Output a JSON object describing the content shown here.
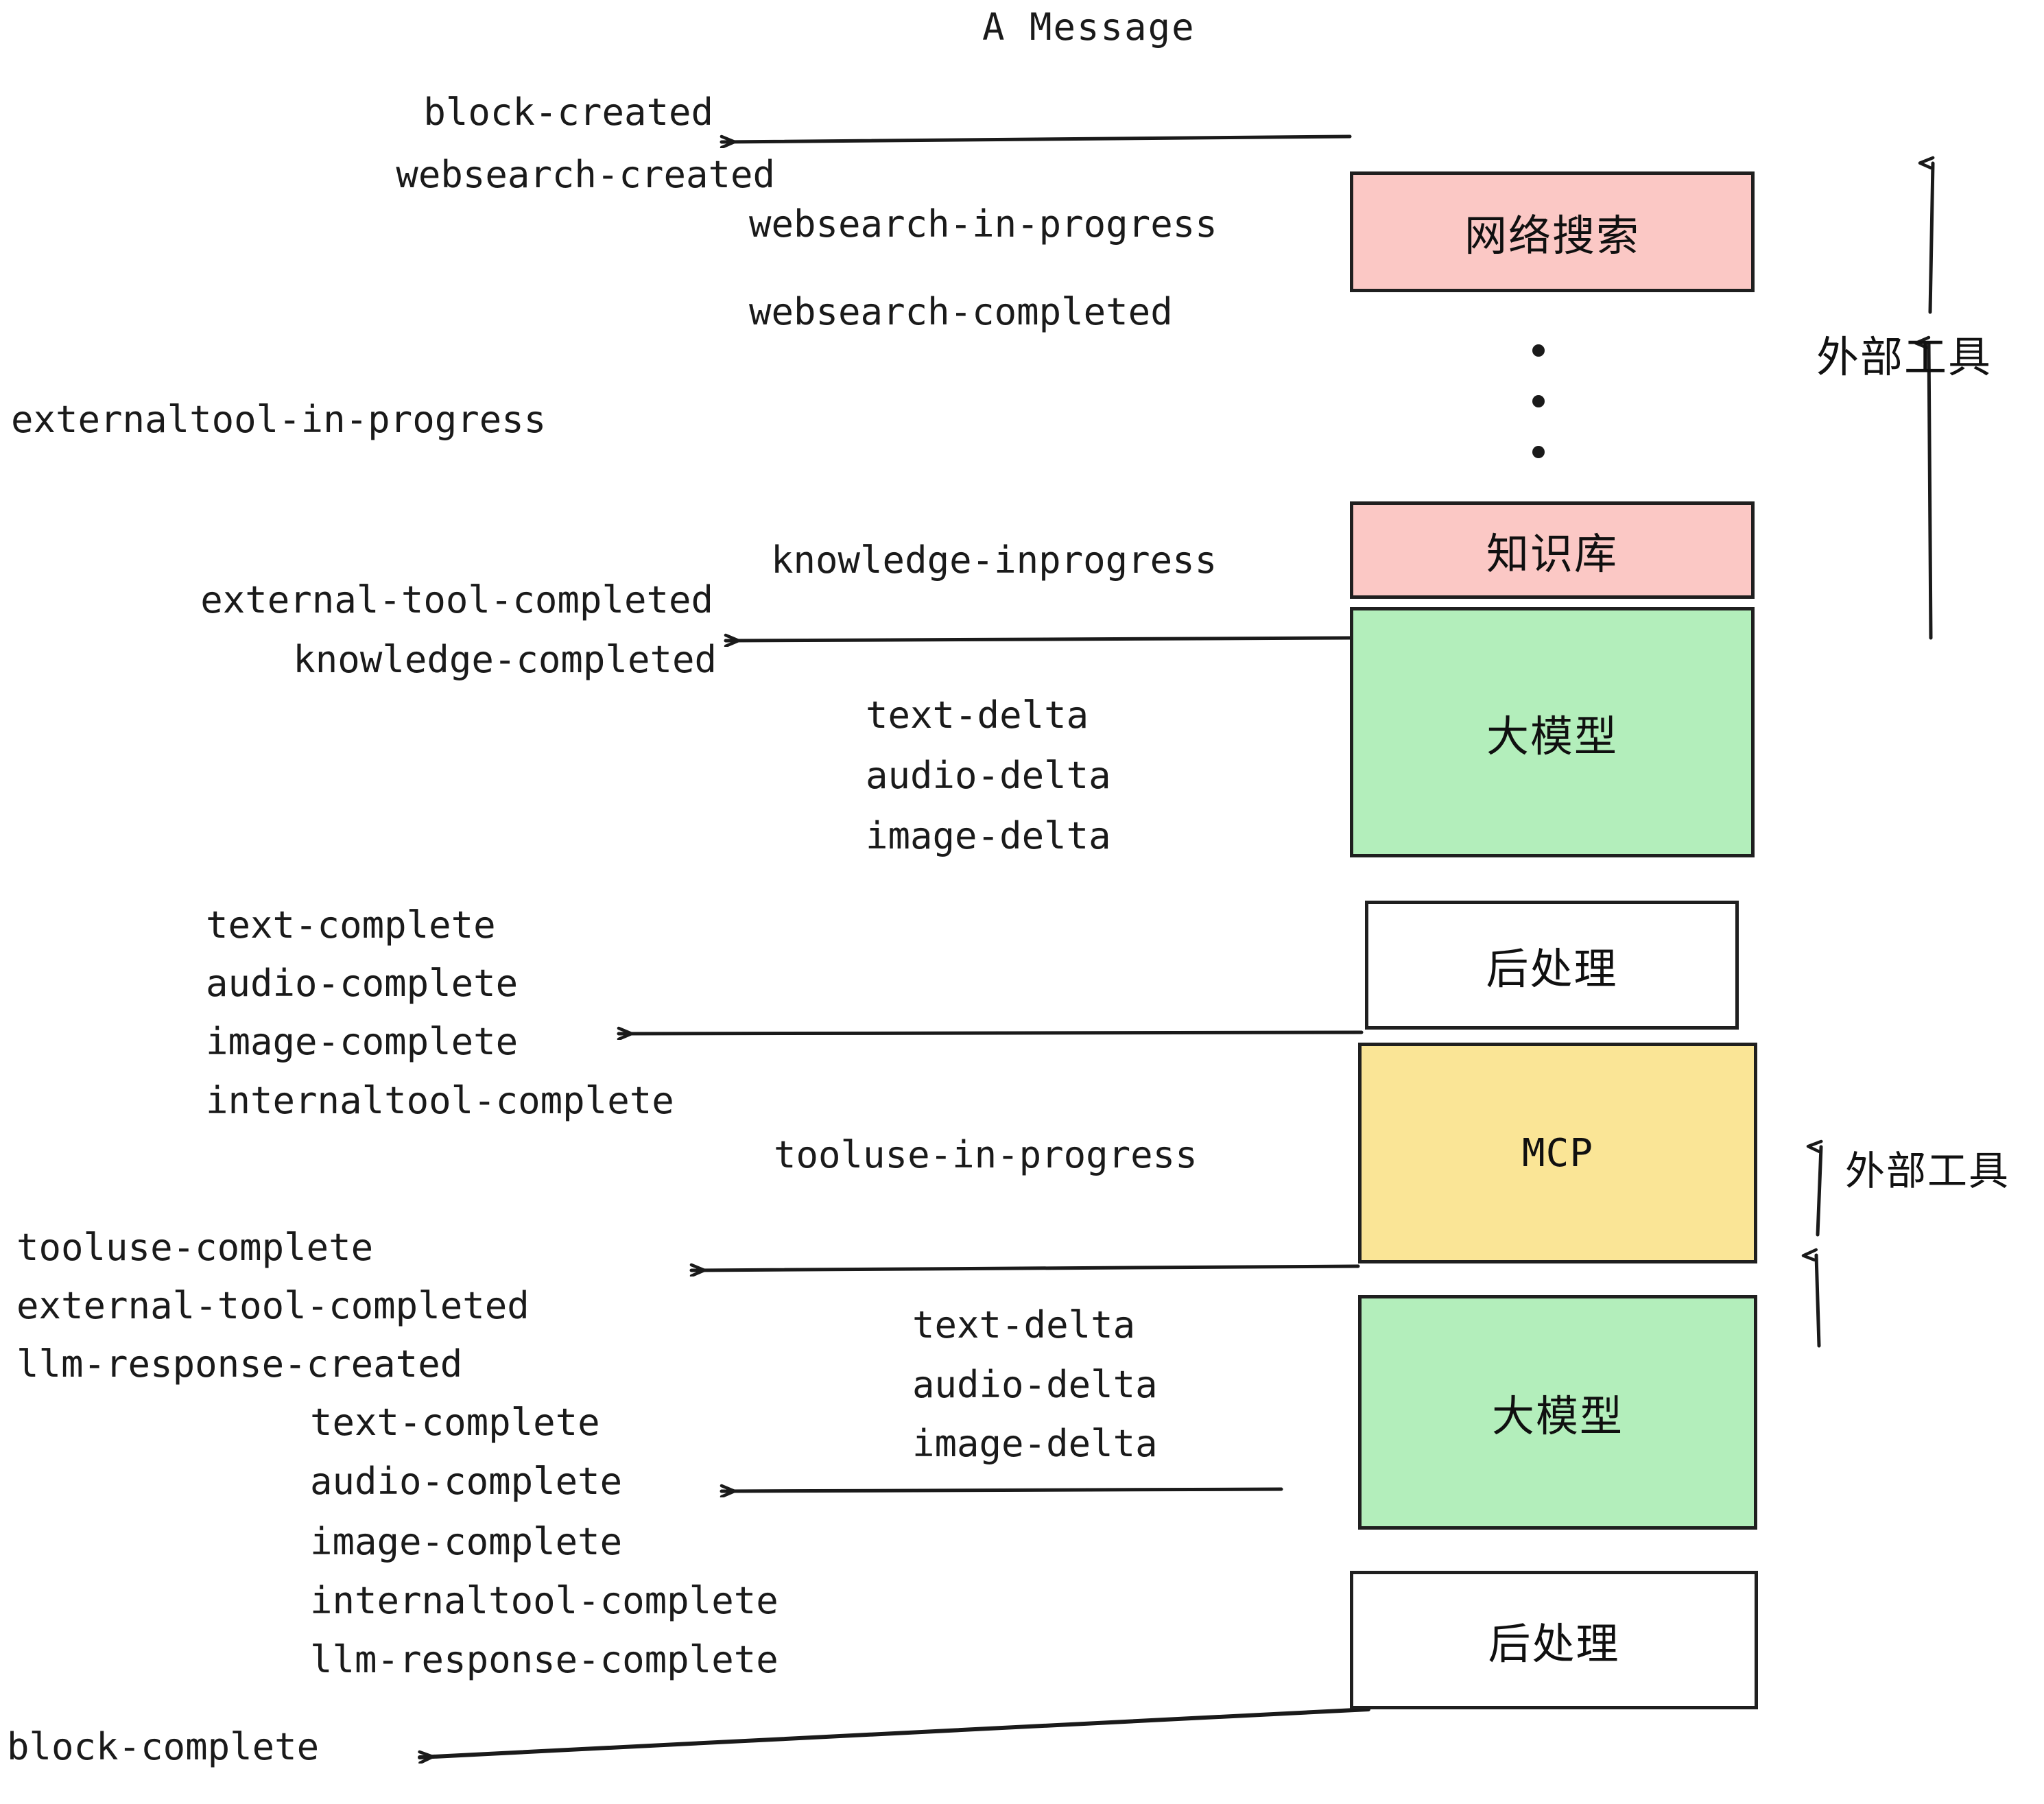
{
  "title": "A Message",
  "colors": {
    "pink": "#fbc8c5",
    "green": "#b3eebb",
    "yellow": "#fae596",
    "white": "#ffffff",
    "stroke": "#1f1f1f",
    "text": "#1a1a1a",
    "background": "#ffffff"
  },
  "boxes": {
    "websearch": "网络搜索",
    "knowledge": "知识库",
    "llm_1": "大模型",
    "postprocess_1": "后处理",
    "mcp": "MCP",
    "llm_2": "大模型",
    "postprocess_2": "后处理"
  },
  "side_labels": {
    "external_tool_top": "外部工具",
    "external_tool_bottom": "外部工具"
  },
  "events": {
    "group_block_created": [
      "block-created",
      "websearch-created"
    ],
    "group_websearch": [
      "websearch-in-progress",
      "websearch-completed"
    ],
    "externaltool_in_progress": "externaltool-in-progress",
    "knowledge_inprogress": "knowledge-inprogress",
    "group_knowledge_done": [
      "external-tool-completed",
      "knowledge-completed"
    ],
    "group_llm_delta_1": [
      "text-delta",
      "audio-delta",
      "image-delta"
    ],
    "group_complete_1": [
      "text-complete",
      "audio-complete",
      "image-complete",
      "internaltool-complete"
    ],
    "tooluse_in_progress": "tooluse-in-progress",
    "group_tooluse_done": [
      "tooluse-complete",
      "external-tool-completed",
      "llm-response-created"
    ],
    "group_llm_delta_2": [
      "text-delta",
      "audio-delta",
      "image-delta"
    ],
    "group_complete_2": [
      "text-complete",
      "audio-complete",
      "image-complete",
      "internaltool-complete",
      "llm-response-complete"
    ],
    "block_complete": "block-complete"
  },
  "ellipsis": "⋮"
}
